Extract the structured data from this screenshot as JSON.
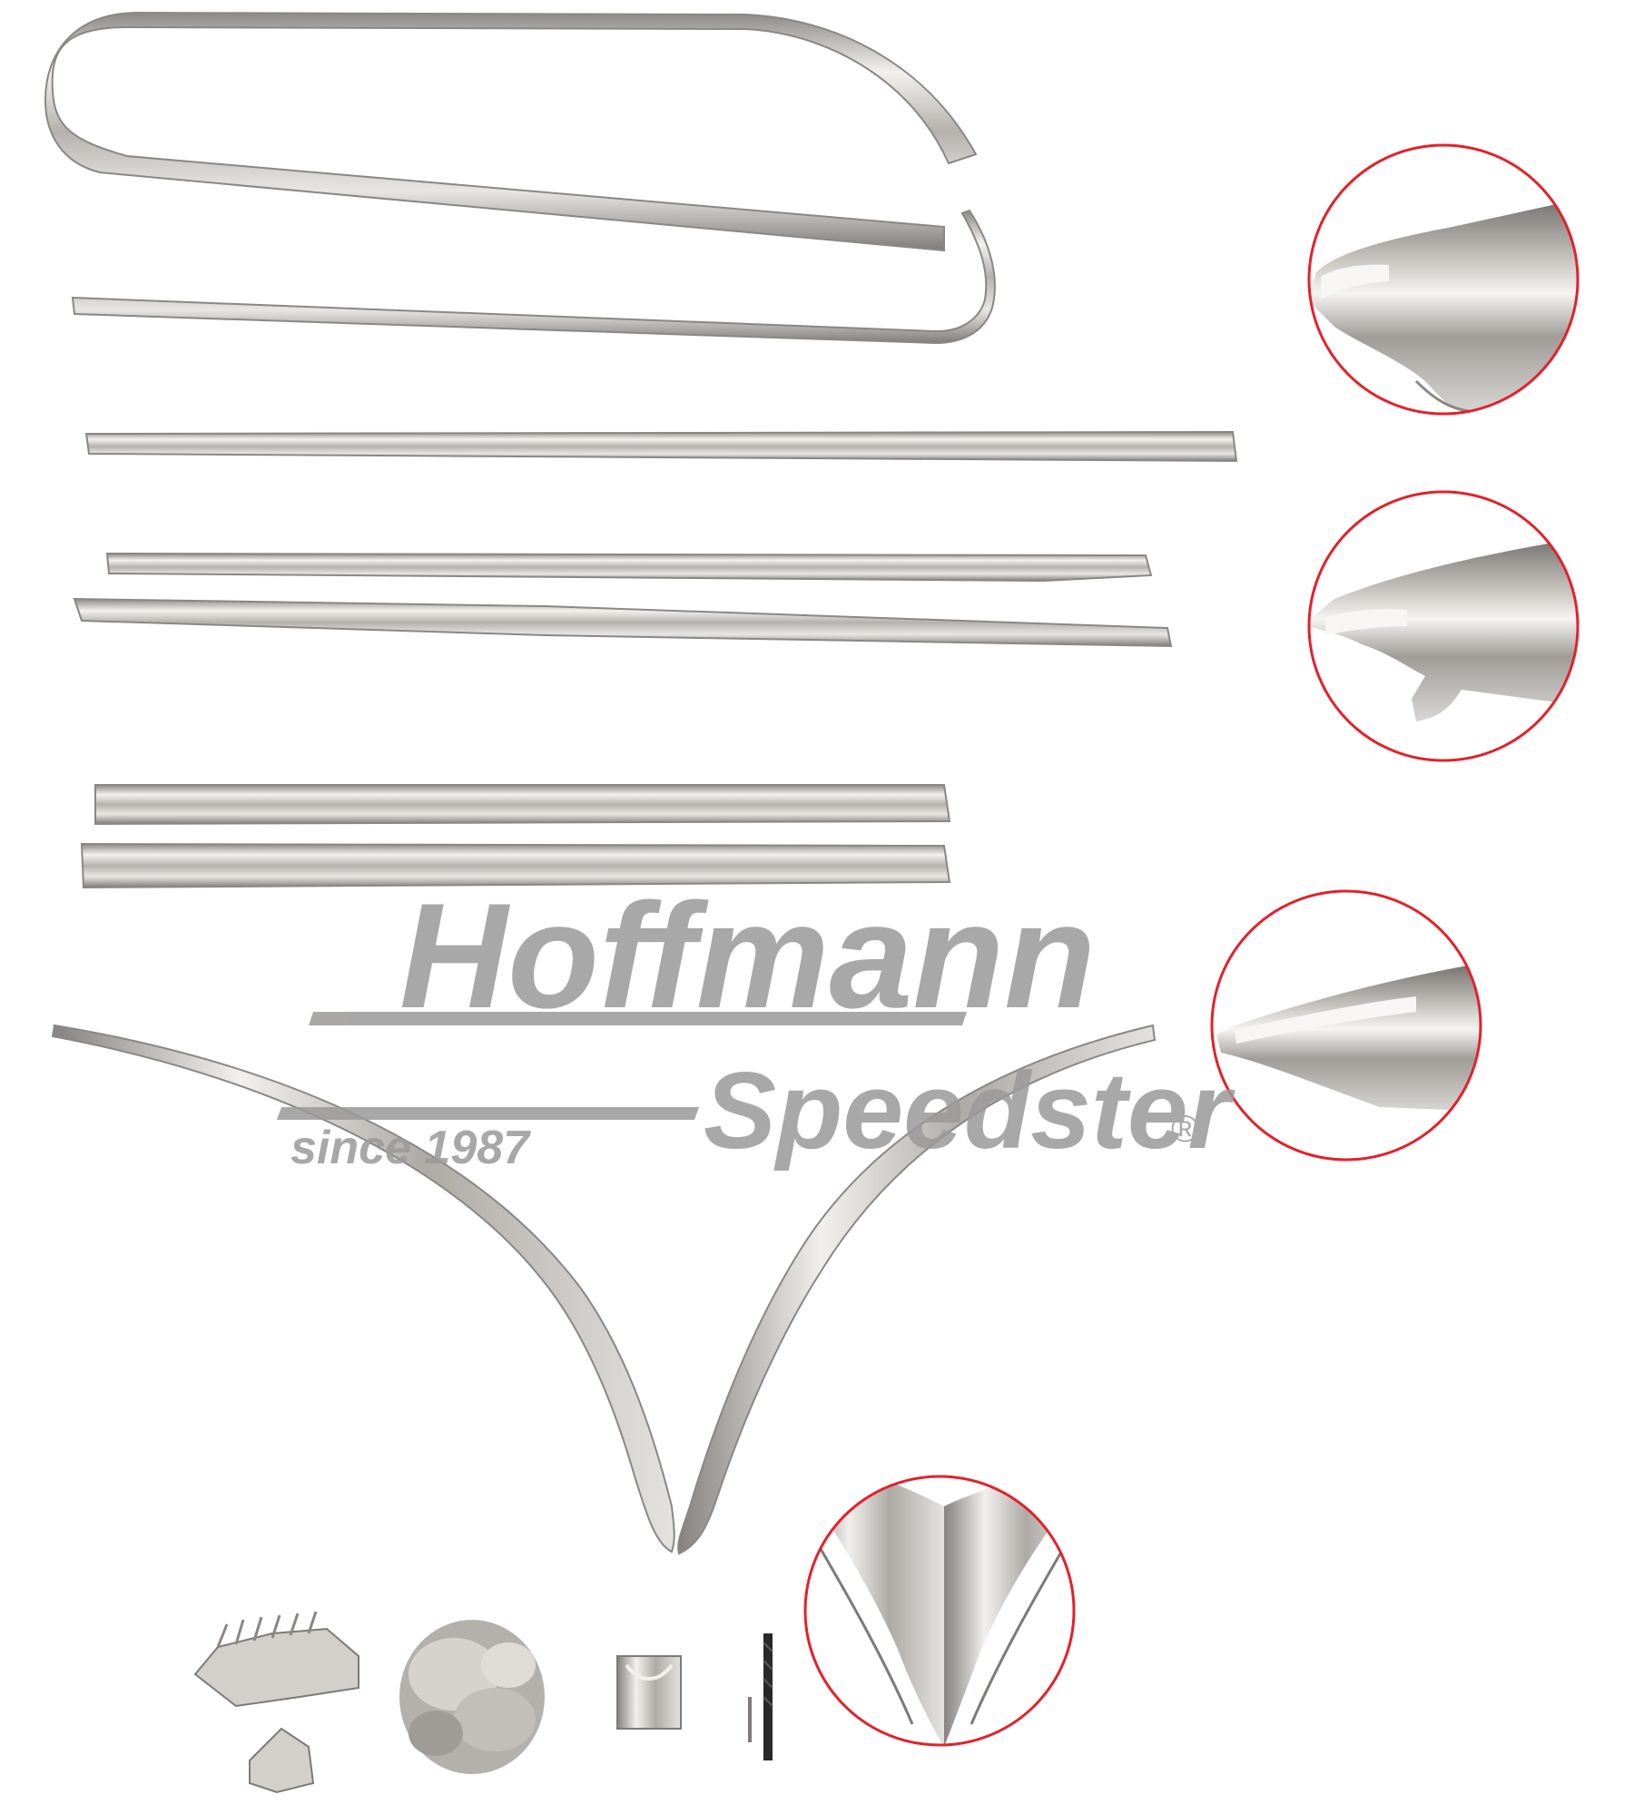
{
  "product_photo": {
    "background": "#ffffff",
    "trim_color": "#b9b6b3",
    "trim_highlight": "#f1efec",
    "trim_shadow": "#7d7a77",
    "detail_ring_color": "#e3212b",
    "watermark_color": "#9b9a99"
  },
  "watermark": {
    "brand_line_1": "Hoffmann",
    "brand_line_2": "Speedster",
    "tagline": "since 1987",
    "registered_mark": "®"
  },
  "parts": {
    "trim_strips": [
      "roof-trim-upper",
      "roof-trim-lower",
      "side-trim-1",
      "side-trim-2",
      "side-trim-3",
      "door-trim-1",
      "door-trim-2",
      "v-trim-left",
      "v-trim-right"
    ],
    "detail_views": [
      "detail-profile-1",
      "detail-profile-2",
      "detail-profile-3",
      "detail-v-joint"
    ],
    "hardware": [
      "mounting-clips",
      "screws-pile",
      "joint-connector",
      "drill-bit"
    ]
  }
}
